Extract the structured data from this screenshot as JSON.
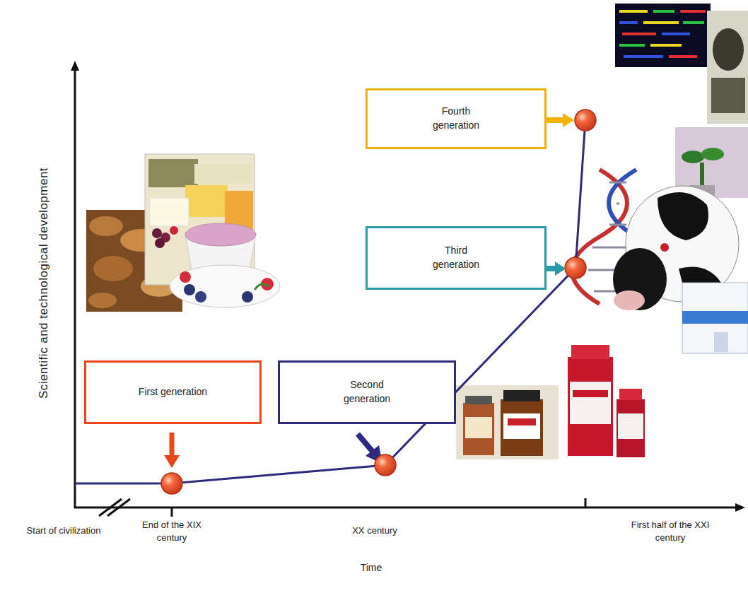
{
  "diagram": {
    "nodes": [
      {
        "text": [
          "First generation"
        ]
      },
      {
        "text": [
          "Second generation"
        ]
      },
      {
        "text": [
          "Third generation"
        ]
      },
      {
        "text": [
          "Fourth generation"
        ]
      }
    ],
    "labels": [
      "Scientific and technological development",
      "Time",
      "Start of civilization",
      "End of the XIX century",
      "XX century",
      "First half of the XXI century"
    ]
  }
}
